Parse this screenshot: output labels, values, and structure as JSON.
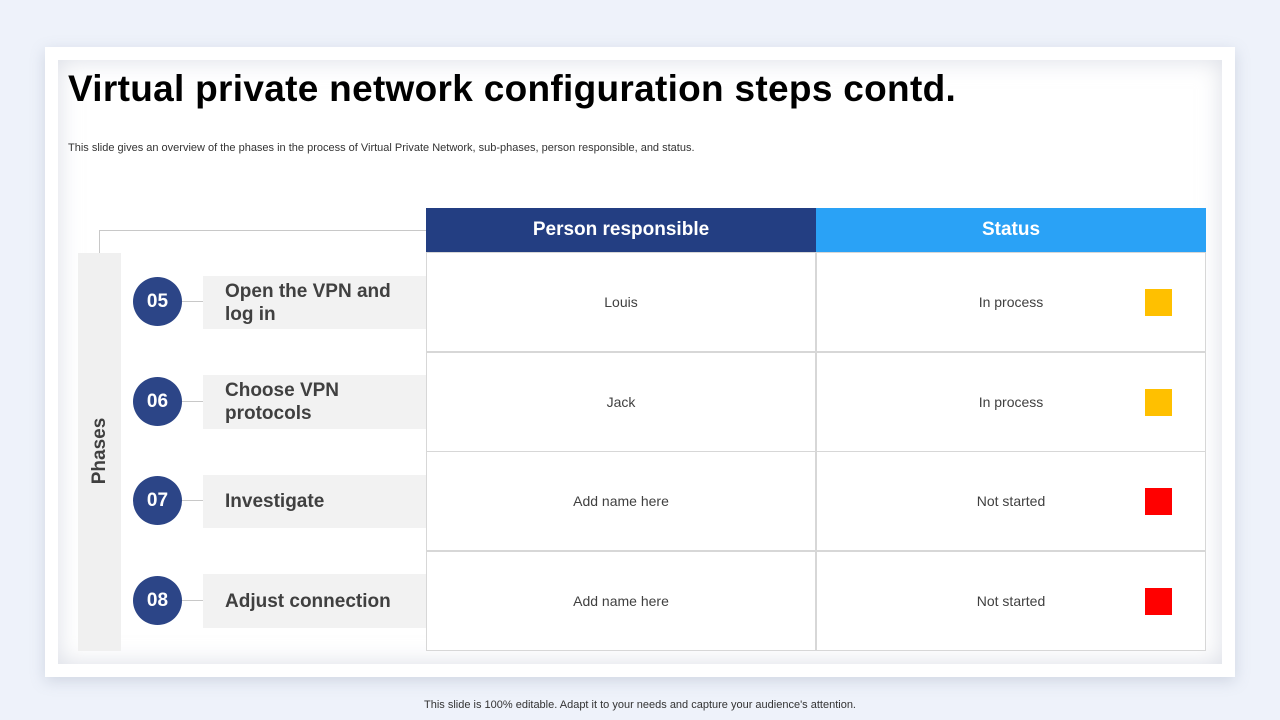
{
  "slide": {
    "title": "Virtual private network configuration steps contd.",
    "subtitle": "This slide gives an overview of the  phases in the process of Virtual Private Network,  sub-phases, person responsible, and status.",
    "phases_label": "Phases",
    "footer": "This slide is 100% editable. Adapt it to your needs and capture your audience's attention."
  },
  "table": {
    "headers": {
      "person": "Person responsible",
      "status": "Status"
    },
    "header_colors": {
      "person": "#233e82",
      "status": "#2aa2f6"
    },
    "rows": [
      {
        "number": "05",
        "phase": "Open the VPN and log in",
        "person": "Louis",
        "status": "In process",
        "status_color": "#ffc000"
      },
      {
        "number": "06",
        "phase": "Choose VPN protocols",
        "person": "Jack",
        "status": "In process",
        "status_color": "#ffc000"
      },
      {
        "number": "07",
        "phase": "Investigate",
        "person": "Add name here",
        "status": "Not started",
        "status_color": "#ff0000"
      },
      {
        "number": "08",
        "phase": "Adjust connection",
        "person": "Add name here",
        "status": "Not started",
        "status_color": "#ff0000"
      }
    ]
  },
  "colors": {
    "phase_circle": "#2c4587",
    "phase_box": "#f2f2f2",
    "background": "#eef2fa"
  }
}
